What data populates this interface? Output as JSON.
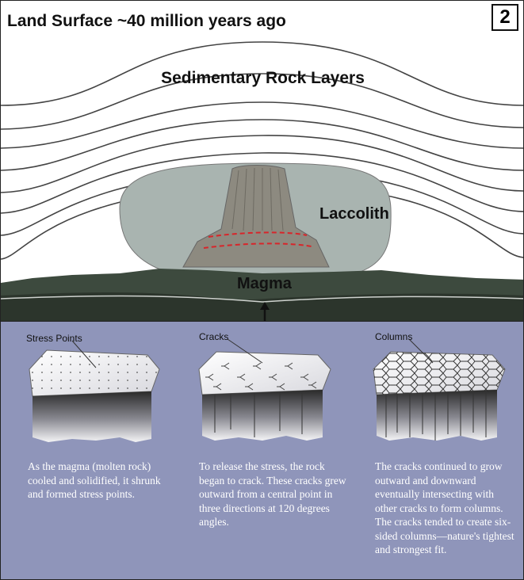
{
  "top_panel": {
    "title": "Land Surface ~40 million years ago",
    "panel_number": "2",
    "layers_label": "Sedimentary Rock Layers",
    "laccolith_label": "Laccolith",
    "magma_label": "Magma"
  },
  "stages": [
    {
      "label": "Stress Points",
      "text": "As the magma (molten rock) cooled and solidified, it shrunk and formed stress points."
    },
    {
      "label": "Cracks",
      "text": "To release the stress, the rock began to crack. These cracks grew outward from a central point in three directions at 120 degrees angles."
    },
    {
      "label": "Columns",
      "text": "The cracks continued to grow outward and downward eventually intersecting with other cracks to form columns. The cracks tended to create six-sided columns—nature's tightest and strongest fit."
    }
  ],
  "colors": {
    "laccolith_fill": "#a9b4b0",
    "bottom_panel_bg": "#8f95ba",
    "crack_marker": "#d8252a"
  }
}
